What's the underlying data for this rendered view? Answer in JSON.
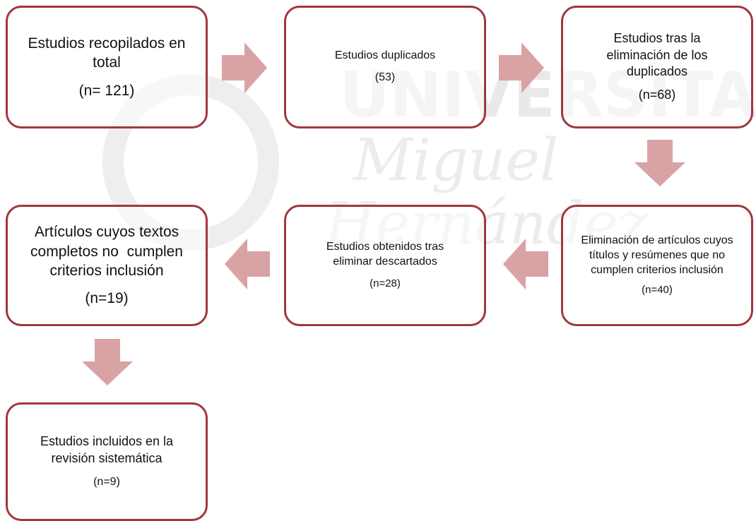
{
  "boxes": {
    "total": {
      "text": "Estudios recopilados en total",
      "count": "(n= 121)"
    },
    "duplicates": {
      "text": "Estudios duplicados",
      "count": "(53)"
    },
    "after_dedup": {
      "text": "Estudios tras la eliminación de los duplicados",
      "count": "(n=68)"
    },
    "excluded_title_abstract": {
      "text": "Eliminación de artículos cuyos títulos y resúmenes que no cumplen criterios inclusión",
      "count": "(n=40)"
    },
    "after_exclusion": {
      "text": "Estudios obtenidos tras eliminar descartados",
      "count": "(n=28)"
    },
    "excluded_fulltext": {
      "text": "Artículos cuyos textos completos no  cumplen criterios inclusión",
      "count": "(n=19)"
    },
    "included": {
      "text": "Estudios incluidos en la revisión sistemática",
      "count": "(n=9)"
    }
  },
  "watermark": {
    "line1": "UNIVERSITAS",
    "line2": "Miguel",
    "line3": "Hernández"
  },
  "colors": {
    "box_border": "#a0373d",
    "arrow": "#d9a2a5",
    "watermark": "#e7e7e7"
  }
}
